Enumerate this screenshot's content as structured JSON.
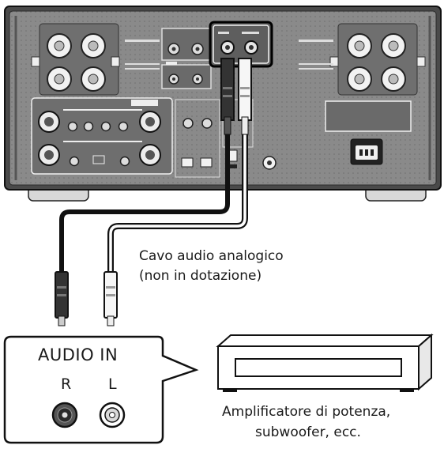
{
  "cable_label": {
    "line1": "Cavo audio analogico",
    "line2": "(non in dotazione)"
  },
  "audio_in_box": {
    "title": "AUDIO IN",
    "jack_right": "R",
    "jack_left": "L"
  },
  "device_label": {
    "line1": "Amplificatore di potenza,",
    "line2": "subwoofer, ecc."
  },
  "colors": {
    "chassis": "#7d7d7d",
    "chassis_dark": "#3a3a3a",
    "cable_black": "#1a1a1a",
    "cable_white": "#ffffff",
    "outline": "#111111",
    "background": "#ffffff"
  },
  "icons": [
    "speaker-terminal-icon",
    "xlr-jack-icon",
    "rca-jack-icon",
    "ac-inlet-icon",
    "rca-plug-icon",
    "amplifier-device-icon"
  ]
}
